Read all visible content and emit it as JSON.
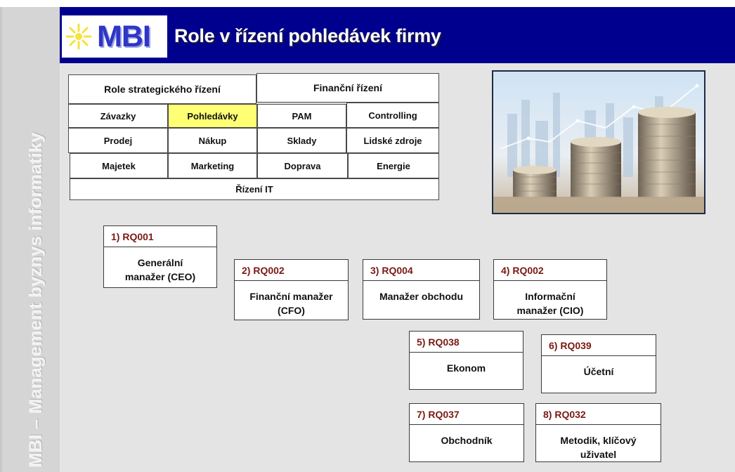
{
  "sidebar": {
    "text": "MBI – Management byznys informatiky"
  },
  "header": {
    "logo_text": "MBI",
    "title": "Role v řízení pohledávek firmy"
  },
  "grid": {
    "strategic": "Role strategického řízení",
    "financial": "Finanční řízení",
    "rows": [
      [
        "Závazky",
        "Pohledávky",
        "PAM",
        "Controlling"
      ],
      [
        "Prodej",
        "Nákup",
        "Sklady",
        "Lidské zdroje"
      ],
      [
        "Majetek",
        "Marketing",
        "Doprava",
        "Energie"
      ]
    ],
    "it": "Řízení IT",
    "highlight_color": "#ffff73"
  },
  "photo": {
    "subject": "coins-stacks-city-chart"
  },
  "roles": [
    {
      "code": "1) RQ001",
      "name": "Generální\nmanažer (CEO)"
    },
    {
      "code": "2) RQ002",
      "name": "Finanční manažer\n(CFO)"
    },
    {
      "code": "3) RQ004",
      "name": "Manažer obchodu"
    },
    {
      "code": "4) RQ002",
      "name": "Informační\nmanažer (CIO)"
    },
    {
      "code": "5) RQ038",
      "name": "Ekonom"
    },
    {
      "code": "6) RQ039",
      "name": "Účetní"
    },
    {
      "code": "7) RQ037",
      "name": "Obchodník"
    },
    {
      "code": "8) RQ032",
      "name": "Metodik, klíčový\nuživatel"
    }
  ],
  "colors": {
    "header": "#00008e",
    "role_code": "#7a1a12",
    "background": "#e4e4e4"
  }
}
